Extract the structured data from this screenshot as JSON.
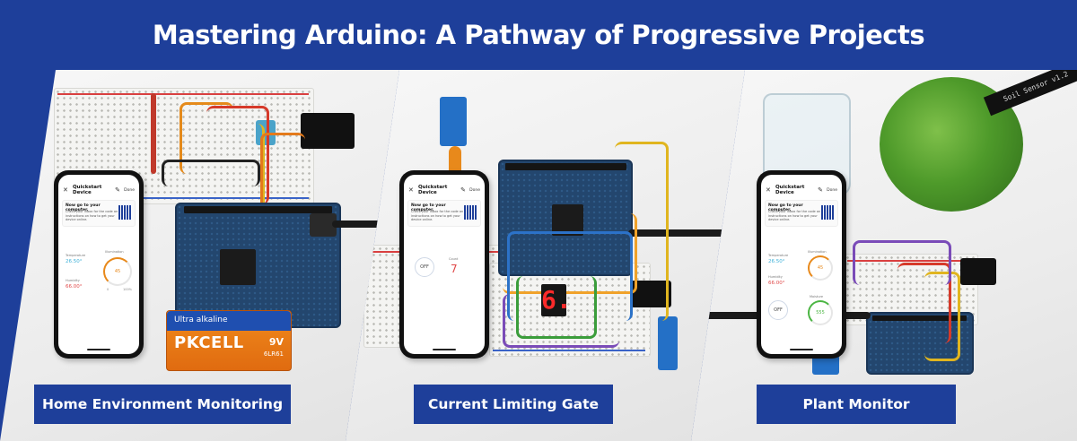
{
  "header": {
    "title": "Mastering Arduino: A Pathway of Progressive Projects"
  },
  "colors": {
    "brand_blue": "#1e3f9a",
    "white": "#ffffff"
  },
  "projects": [
    {
      "caption": "Home Environment Monitoring",
      "phone": {
        "app_title": "Quickstart Device",
        "done": "Done",
        "info_head": "Now go to your computer.",
        "info_body": "Check your inbox for the code and instructions on how to get your device online.",
        "temperature_label": "Temperature",
        "temperature_value": "26.50°",
        "humidity_label": "Humidity",
        "humidity_value": "66.00°",
        "illumination_label": "Illumination",
        "illumination_value": "45",
        "illumination_unit": "0",
        "illumination_max": "100%"
      },
      "battery": {
        "brand": "PKCELL",
        "type": "Ultra alkaline",
        "voltage": "9V",
        "model": "6LR61"
      }
    },
    {
      "caption": "Current Limiting Gate",
      "phone": {
        "app_title": "Quickstart Device",
        "done": "Done",
        "info_head": "Now go to your computer.",
        "info_body": "Check your inbox for the code and instructions on how to get your device online.",
        "toggle_label": "OFF",
        "count_label": "Count",
        "count_value": "7"
      },
      "display_digit": "6."
    },
    {
      "caption": "Plant Monitor",
      "phone": {
        "app_title": "Quickstart Device",
        "done": "Done",
        "info_head": "Now go to your computer.",
        "info_body": "Check your inbox for the code and instructions on how to get your device online.",
        "temperature_label": "Temperature",
        "temperature_value": "26.50°",
        "humidity_label": "Humidity",
        "humidity_value": "66.00°",
        "illumination_label": "Illumination",
        "illumination_value": "45",
        "switch_label": "OFF",
        "moisture_label": "Moisture",
        "moisture_value": "555"
      },
      "sensor_label": "Soil Sensor v1.2"
    }
  ]
}
